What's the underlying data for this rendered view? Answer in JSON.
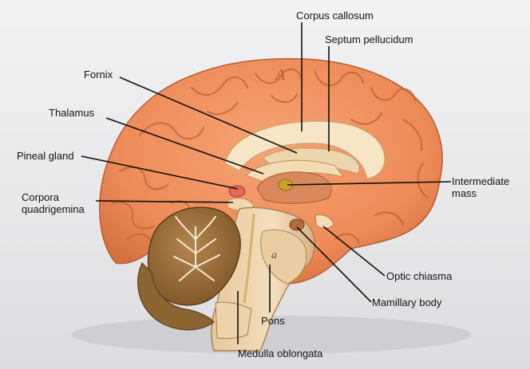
{
  "labels": {
    "corpus_callosum": "Corpus callosum",
    "septum_pellucidum": "Septum pellucidum",
    "fornix": "Fornix",
    "thalamus": "Thalamus",
    "pineal_gland": "Pineal gland",
    "corpora_quadrigemina": [
      "Corpora",
      "quadrigemina"
    ],
    "intermediate_mass": [
      "Intermediate",
      "mass"
    ],
    "optic_chiasma": "Optic chiasma",
    "mamillary_body": "Mamillary body",
    "pons": "Pons",
    "medulla_oblongata": "Medulla oblongata"
  },
  "model_markings": {
    "cortex_letter": "A",
    "pons_letter": "a"
  },
  "colors": {
    "cortex": "#f08d5c",
    "cortex_shadow": "#c9693f",
    "white_matter": "#f4e2c0",
    "cerebellum": "#9a6d3a",
    "background": "#e9e9eb",
    "leader_line": "#111111"
  }
}
